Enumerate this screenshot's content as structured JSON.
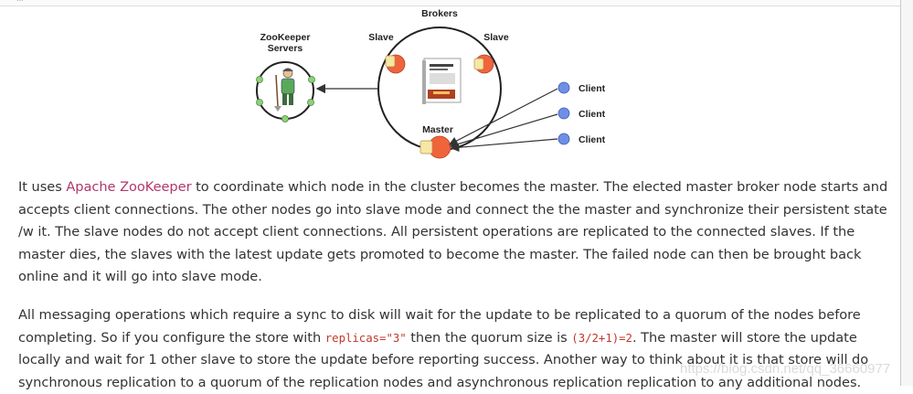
{
  "window": {
    "corner_text": "..."
  },
  "diagram": {
    "brokers_label": "Brokers",
    "zookeeper_label_line1": "ZooKeeper",
    "zookeeper_label_line2": "Servers",
    "slave_left_label": "Slave",
    "slave_right_label": "Slave",
    "master_label": "Master",
    "clients": [
      "Client",
      "Client",
      "Client"
    ],
    "colors": {
      "node_orange": "#f0643c",
      "node_cream": "#f7e6a6",
      "zk_green": "#8fd07a",
      "client_blue": "#6f8fe6"
    }
  },
  "paragraph1": {
    "before_link": "It uses ",
    "link": "Apache ZooKeeper",
    "after_link": " to coordinate which node in the cluster becomes the master. The elected master broker node starts and accepts client connections. The other nodes go into slave mode and connect the the master and synchronize their persistent state /w it. The slave nodes do not accept client connections. All persistent operations are replicated to the connected slaves. If the master dies, the slaves with the latest update gets promoted to become the master. The failed node can then be brought back online and it will go into slave mode."
  },
  "paragraph2": {
    "part1": "All messaging operations which require a sync to disk will wait for the update to be replicated to a quorum of the nodes before completing. So if you configure the store with ",
    "code1": "replicas=\"3\"",
    "part2": " then the quorum size is ",
    "code2": "(3/2+1)=2",
    "part3": ". The master will store the update locally and wait for 1 other slave to store the update before reporting success. Another way to think about it is that store will do synchronous replication to a quorum of the replication nodes and asynchronous replication replication to any additional nodes."
  },
  "watermark": "https://blog.csdn.net/qq_36660977"
}
